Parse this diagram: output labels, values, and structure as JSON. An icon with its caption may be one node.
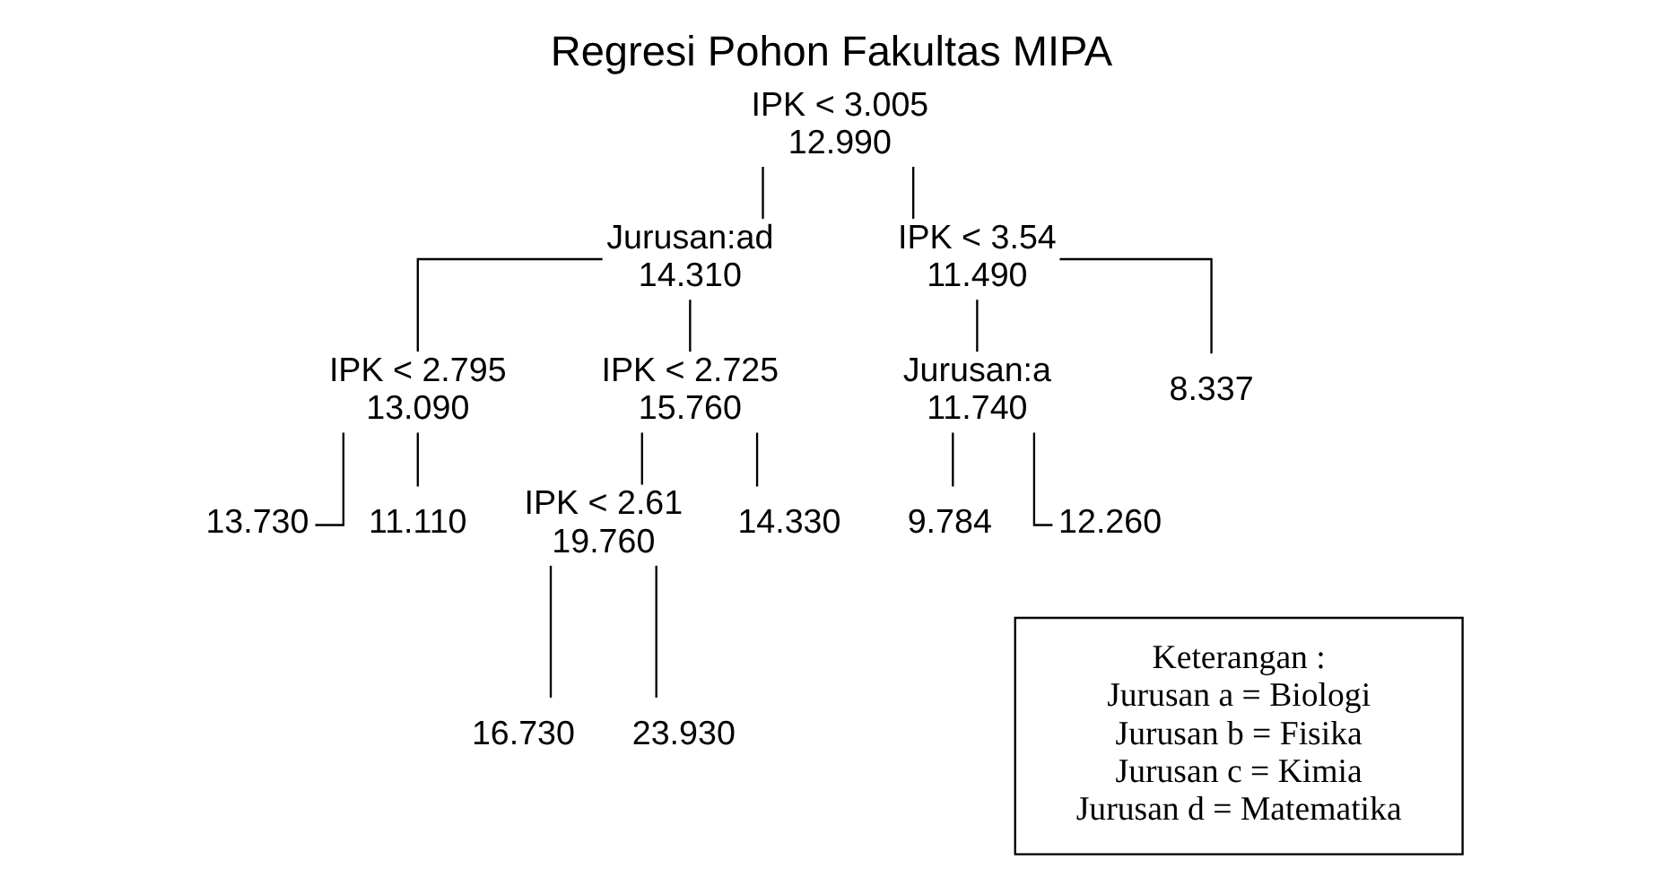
{
  "diagram": {
    "title": "Regresi Pohon Fakultas MIPA",
    "nodes": [
      {
        "text": [
          "IPK < 3.005",
          "12.990"
        ]
      },
      {
        "text": [
          "Jurusan:ad",
          "14.310"
        ]
      },
      {
        "text": [
          "IPK < 2.795",
          "13.090"
        ]
      },
      {
        "text": [
          "13.730"
        ]
      },
      {
        "text": [
          "11.110"
        ]
      },
      {
        "text": [
          "IPK < 2.725",
          "15.760"
        ]
      },
      {
        "text": [
          "IPK < 2.61",
          "19.760"
        ]
      },
      {
        "text": [
          "16.730"
        ]
      },
      {
        "text": [
          "23.930"
        ]
      },
      {
        "text": [
          "14.330"
        ]
      },
      {
        "text": [
          "IPK < 3.54",
          "11.490"
        ]
      },
      {
        "text": [
          "Jurusan:a",
          "11.740"
        ]
      },
      {
        "text": [
          "9.784"
        ]
      },
      {
        "text": [
          "12.260"
        ]
      },
      {
        "text": [
          "8.337"
        ]
      },
      {
        "text": [
          "Keterangan :",
          "Jurusan a = Biologi",
          "Jurusan b = Fisika",
          "Jurusan c = Kimia",
          "Jurusan d = Matematika"
        ]
      }
    ],
    "edges": [
      {
        "from": 0,
        "to": 1,
        "arrow": "none"
      },
      {
        "from": 0,
        "to": 10,
        "arrow": "none"
      },
      {
        "from": 1,
        "to": 2,
        "arrow": "none"
      },
      {
        "from": 1,
        "to": 5,
        "arrow": "none"
      },
      {
        "from": 2,
        "to": 3,
        "arrow": "none"
      },
      {
        "from": 2,
        "to": 4,
        "arrow": "none"
      },
      {
        "from": 5,
        "to": 6,
        "arrow": "none"
      },
      {
        "from": 5,
        "to": 9,
        "arrow": "none"
      },
      {
        "from": 6,
        "to": 7,
        "arrow": "none"
      },
      {
        "from": 6,
        "to": 8,
        "arrow": "none"
      },
      {
        "from": 10,
        "to": 11,
        "arrow": "none"
      },
      {
        "from": 10,
        "to": 14,
        "arrow": "none"
      },
      {
        "from": 11,
        "to": 12,
        "arrow": "none"
      },
      {
        "from": 11,
        "to": 13,
        "arrow": "none"
      }
    ]
  }
}
